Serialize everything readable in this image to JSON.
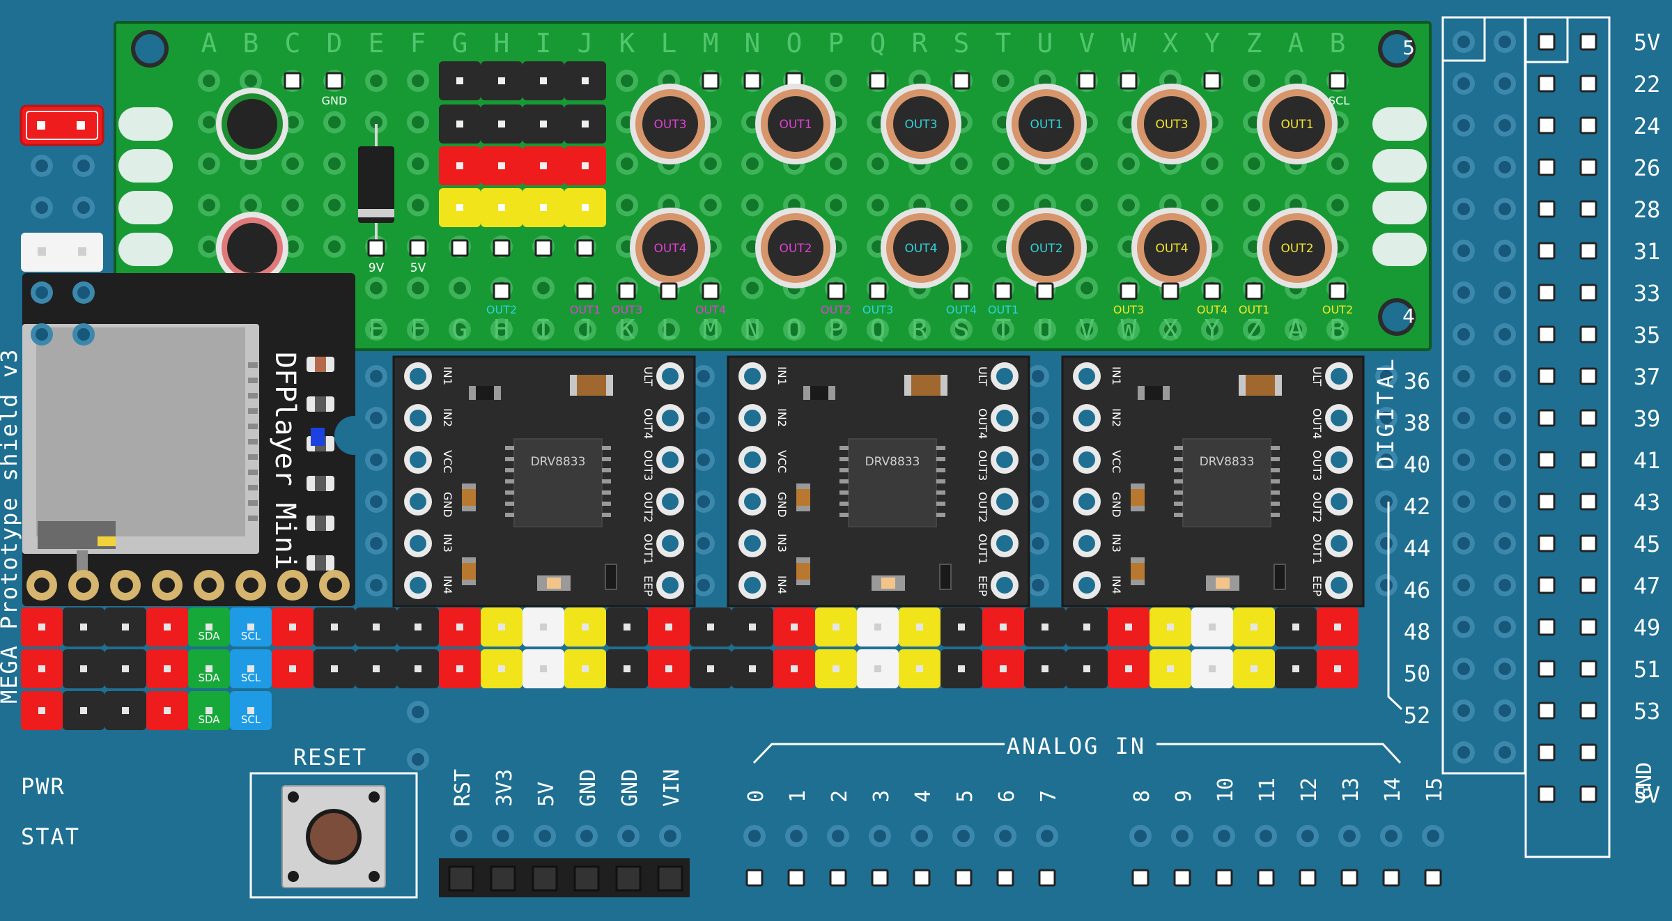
{
  "colors": {
    "board": "#1e6f92",
    "hole_ring": "#3c88ac",
    "hole_center": "#17577a",
    "proto_pcb": "#179a34",
    "proto_ring": "#3fb35a",
    "proto_letters": "#52c56e",
    "header_black": "#2a2a2a",
    "header_red": "#ee1c1c",
    "header_yellow": "#f1e41b",
    "header_white": "#f4f4f4",
    "header_green": "#17a83a",
    "header_blue": "#1e9be4",
    "module_dark": "#2b2b2b",
    "silk": "#ffffff",
    "label_magenta": "#e23fd2",
    "label_cyan": "#2fd3d9",
    "label_yellow": "#f3e62a"
  },
  "protoboard": {
    "columns": [
      "A",
      "B",
      "C",
      "D",
      "E",
      "F",
      "G",
      "H",
      "I",
      "J",
      "K",
      "L",
      "M",
      "N",
      "O",
      "P",
      "Q",
      "R",
      "S",
      "T",
      "U",
      "V",
      "W",
      "X",
      "Y",
      "Z",
      "A",
      "B"
    ],
    "top_labels": {
      "gnd": "GND",
      "scl": "SCL"
    },
    "jack_labels": {
      "v9": "9V",
      "v5": "5V"
    },
    "corner_marks": {
      "top_right": "5",
      "bottom_right": "4"
    },
    "ldr_top": [
      "OUT3",
      "OUT1",
      "OUT3",
      "OUT1",
      "OUT3",
      "OUT1"
    ],
    "ldr_bottom": [
      "OUT4",
      "OUT2",
      "OUT4",
      "OUT2",
      "OUT4",
      "OUT2"
    ],
    "bottom_labels": [
      {
        "text": "OUT2",
        "color": "cyan"
      },
      {
        "text": "OUT1",
        "color": "magenta"
      },
      {
        "text": "OUT3",
        "color": "magenta"
      },
      {
        "text": "OUT4",
        "color": "magenta"
      },
      {
        "text": "OUT2",
        "color": "magenta"
      },
      {
        "text": "OUT3",
        "color": "cyan"
      },
      {
        "text": "OUT4",
        "color": "cyan"
      },
      {
        "text": "OUT1",
        "color": "cyan"
      },
      {
        "text": "OUT3",
        "color": "yellow"
      },
      {
        "text": "OUT4",
        "color": "yellow"
      },
      {
        "text": "OUT1",
        "color": "yellow"
      },
      {
        "text": "OUT2",
        "color": "yellow"
      }
    ]
  },
  "side_title": "MEGA Prototype shield v3",
  "dfplayer": {
    "title": "DFPlayer Mini"
  },
  "drivers": [
    {
      "chip": "DRV8833",
      "left_pins": [
        "IN1",
        "IN2",
        "VCC",
        "GND",
        "IN3",
        "IN4"
      ],
      "right_pins": [
        "ULT",
        "OUT4",
        "OUT3",
        "OUT2",
        "OUT1",
        "EEP"
      ]
    },
    {
      "chip": "DRV8833",
      "left_pins": [
        "IN1",
        "IN2",
        "VCC",
        "GND",
        "IN3",
        "IN4"
      ],
      "right_pins": [
        "ULT",
        "OUT4",
        "OUT3",
        "OUT2",
        "OUT1",
        "EEP"
      ]
    },
    {
      "chip": "DRV8833",
      "left_pins": [
        "IN1",
        "IN2",
        "VCC",
        "GND",
        "IN3",
        "IN4"
      ],
      "right_pins": [
        "ULT",
        "OUT4",
        "OUT3",
        "OUT2",
        "OUT1",
        "EEP"
      ]
    }
  ],
  "headers": {
    "row_colors": [
      "red",
      "black",
      "black",
      "red",
      "green",
      "blue",
      "red",
      "black",
      "black",
      "black",
      "red",
      "yellow",
      "white",
      "yellow",
      "black",
      "red",
      "black",
      "black",
      "red",
      "yellow",
      "white",
      "yellow",
      "black",
      "red",
      "black",
      "black",
      "red",
      "yellow",
      "white",
      "yellow",
      "black",
      "red"
    ],
    "sda_label": "SDA",
    "scl_label": "SCL"
  },
  "digital": {
    "label": "DIGITAL",
    "left_numbers": [
      "36",
      "38",
      "40",
      "42",
      "44",
      "46",
      "48",
      "50",
      "52"
    ],
    "right_numbers": [
      "5V",
      "22",
      "24",
      "26",
      "28",
      "31",
      "33",
      "35",
      "37",
      "39",
      "41",
      "43",
      "45",
      "47",
      "49",
      "51",
      "53",
      "GND",
      "5V"
    ]
  },
  "bottom": {
    "pwr": "PWR",
    "stat": "STAT",
    "reset": "RESET",
    "power_pins": [
      "RST",
      "3V3",
      "5V",
      "GND",
      "GND",
      "VIN"
    ],
    "analog_label": "ANALOG IN",
    "analog_pins": [
      "0",
      "1",
      "2",
      "3",
      "4",
      "5",
      "6",
      "7",
      "8",
      "9",
      "10",
      "11",
      "12",
      "13",
      "14",
      "15"
    ]
  }
}
